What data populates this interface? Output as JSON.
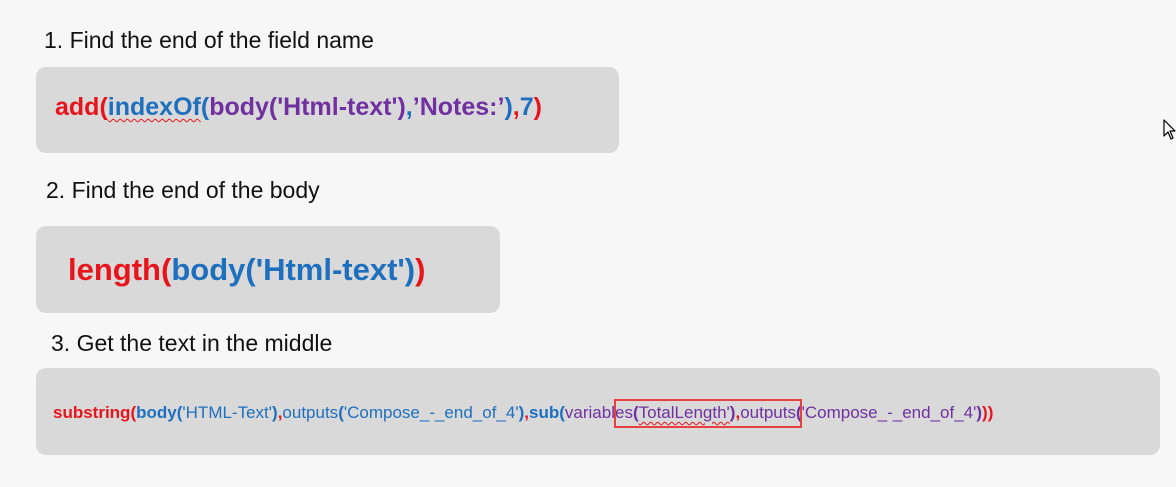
{
  "steps": [
    {
      "label": "1. Find the end of the field name"
    },
    {
      "label": "2. Find the end of the body"
    },
    {
      "label": "3. Get the text in the middle"
    }
  ],
  "formula1": {
    "add": "add",
    "paren_open": "(",
    "index_of": "indexOf",
    "index_paren": "(",
    "body": "body('Html-text')",
    "comma1": ",",
    "notes": "’Notes:’",
    "close_paren": ")",
    "comma2": ",",
    "seven": "7",
    "end_paren": ")"
  },
  "formula2": {
    "length": "length",
    "paren_open": "(",
    "body": "body('Html-text')",
    "paren_close": ")"
  },
  "formula3": {
    "substring": "substring",
    "p1": "(",
    "body_fn": "body",
    "body_open": "(",
    "body_arg": "'HTML-Text'",
    "body_close": ")",
    "comma1": ",",
    "outputs1_fn": "outputs",
    "outputs1_open": "(",
    "outputs1_arg": "'Compose_-_end_of_4'",
    "outputs1_close": ")",
    "comma2": ",",
    "sub": "sub",
    "sub_open": "(",
    "variables_fn": "variables",
    "variables_open": "(",
    "variables_arg": "TotalLength'",
    "variables_close": ")",
    "comma3": ",",
    "outputs2_fn": "outputs",
    "outputs2_open": "(",
    "outputs2_arg": "'Compose_-_end_of_4'",
    "outputs2_close": ")",
    "end": "))"
  },
  "colors": {
    "function_red": "#e8141c",
    "function_blue": "#1f6fbf",
    "string_purple": "#7030a0",
    "box_gray": "#d9d9d9",
    "highlight_border": "#e84040"
  },
  "icons": {
    "cursor": "mouse-pointer-icon"
  }
}
